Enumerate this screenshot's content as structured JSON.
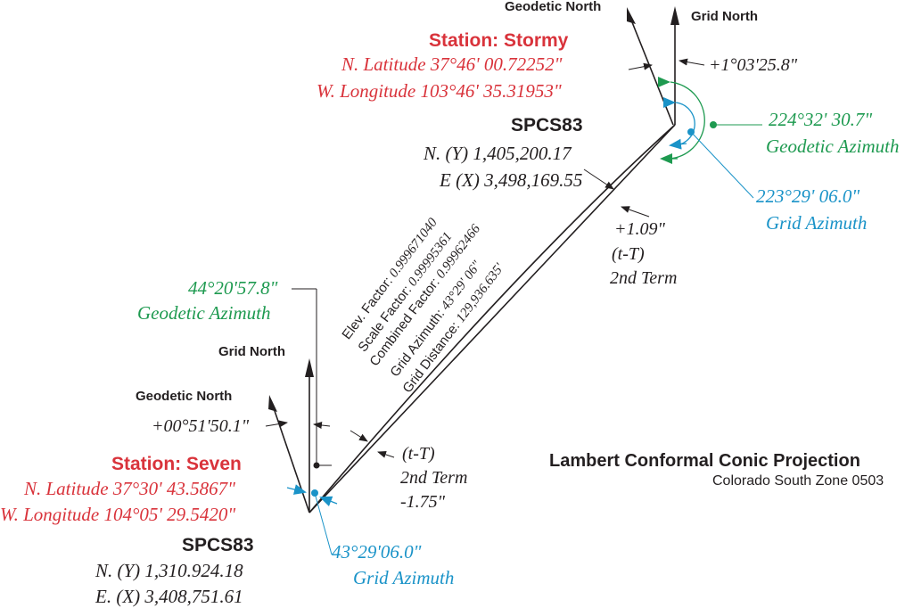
{
  "colors": {
    "ink": "#231f20",
    "station": "#d9333b",
    "geodetic_azimuth": "#1e9a50",
    "grid_azimuth": "#1a93c8"
  },
  "stormy": {
    "geodetic_north_label": "Geodetic North",
    "grid_north_label": "Grid North",
    "convergence": "+1°03'25.8\"",
    "station_name": "Station:  Stormy",
    "latitude": "N. Latitude 37°46' 00.72252\"",
    "longitude": "W. Longitude 103°46' 35.31953\"",
    "spcs_title": "SPCS83",
    "northing": "N. (Y) 1,405,200.17",
    "easting": "E (X) 3,498,169.55",
    "geodetic_azimuth_value": "224°32' 30.7\"",
    "geodetic_azimuth_label": "Geodetic Azimuth",
    "grid_azimuth_value": "223°29' 06.0\"",
    "grid_azimuth_label": "Grid Azimuth",
    "t_T_value": "+1.09\"",
    "t_T_label": "(t-T)",
    "t_T_term": "2nd Term"
  },
  "seven": {
    "geodetic_azimuth_value": "44°20'57.8\"",
    "geodetic_azimuth_label": "Geodetic Azimuth",
    "grid_north_label": "Grid North",
    "geodetic_north_label": "Geodetic North",
    "convergence": "+00°51'50.1\"",
    "station_name": "Station:  Seven",
    "latitude": "N. Latitude 37°30' 43.5867\"",
    "longitude": "W. Longitude 104°05' 29.5420\"",
    "spcs_title": "SPCS83",
    "northing": "N. (Y) 1,310.924.18",
    "easting": "E. (X) 3,408,751.61",
    "grid_azimuth_value": "43°29'06.0\"",
    "grid_azimuth_label": "Grid Azimuth",
    "t_T_label": "(t-T)",
    "t_T_term": "2nd Term",
    "t_T_value": "-1.75\""
  },
  "line_factors": {
    "elev_label": "Elev. Factor:",
    "elev_value": "0.999671040",
    "scale_label": "Scale Factor:",
    "scale_value": "0.99995361",
    "combined_label": "Combined Factor:",
    "combined_value": "0.99962466",
    "grid_azimuth_label": "Grid Azimuth:",
    "grid_azimuth_value": "43°29' 06\"",
    "grid_distance_label": "Grid Distance:",
    "grid_distance_value": "129,936.635'"
  },
  "projection": {
    "title": "Lambert Conformal Conic Projection",
    "zone": "Colorado South Zone 0503"
  }
}
